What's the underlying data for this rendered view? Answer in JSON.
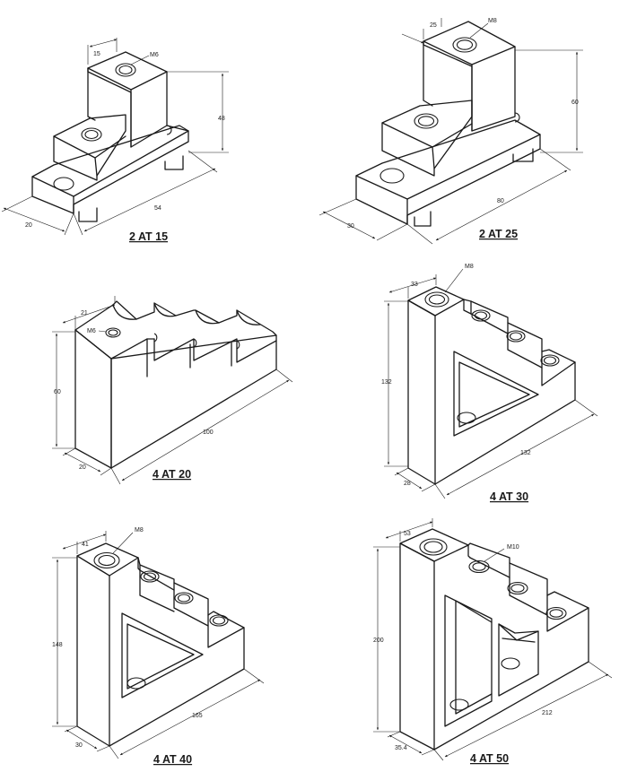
{
  "drawings": [
    {
      "id": "2at15",
      "caption": "2 AT 15",
      "dims": [
        "15",
        "48",
        "54",
        "20"
      ],
      "hole_label": "M6"
    },
    {
      "id": "2at25",
      "caption": "2 AT 25",
      "dims": [
        "25",
        "60",
        "80",
        "30"
      ],
      "hole_label": "M8"
    },
    {
      "id": "4at20",
      "caption": "4 AT 20",
      "dims": [
        "21",
        "60",
        "100",
        "20"
      ],
      "hole_label": "M6"
    },
    {
      "id": "4at30",
      "caption": "4 AT 30",
      "dims": [
        "33",
        "132",
        "132",
        "28"
      ],
      "hole_label": "M8"
    },
    {
      "id": "4at40",
      "caption": "4 AT 40",
      "dims": [
        "41",
        "148",
        "165",
        "30"
      ],
      "hole_label": "M8"
    },
    {
      "id": "4at50",
      "caption": "4 AT 50",
      "dims": [
        "53",
        "200",
        "212",
        "35.4"
      ],
      "hole_label": "M10"
    }
  ],
  "colors": {
    "line": "#1a1a1a",
    "paper": "#ffffff"
  }
}
